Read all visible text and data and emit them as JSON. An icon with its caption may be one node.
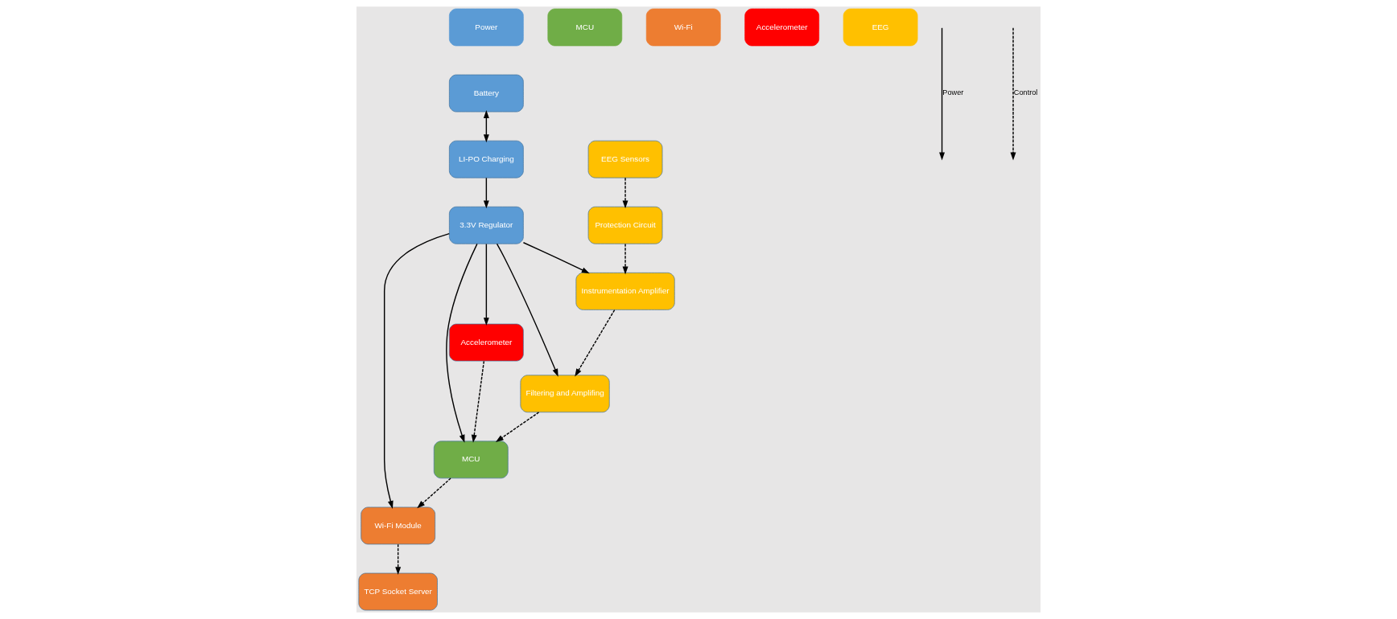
{
  "diagram": {
    "nodes": [
      {
        "text": [
          "Battery"
        ]
      },
      {
        "text": [
          "LI-PO Charging"
        ]
      },
      {
        "text": [
          "3.3V Regulator"
        ]
      },
      {
        "text": [
          "TCP Socket Server"
        ]
      },
      {
        "text": [
          "Wi-Fi Module"
        ]
      },
      {
        "text": [
          "MCU"
        ]
      },
      {
        "text": [
          "Accelerometer"
        ]
      },
      {
        "text": [
          "Filtering and Amplifing"
        ]
      },
      {
        "text": [
          "EEG Sensors"
        ]
      },
      {
        "text": [
          "Instrumentation Amplifier"
        ]
      },
      {
        "text": [
          "Protection Circuit"
        ]
      }
    ],
    "edges": [
      {
        "from": 0,
        "to": 1,
        "arrow": "both"
      },
      {
        "from": 1,
        "to": 2,
        "arrow": "to"
      },
      {
        "from": 2,
        "to": 4,
        "arrow": "to"
      },
      {
        "from": 2,
        "to": 5,
        "arrow": "to"
      },
      {
        "from": 2,
        "to": 6,
        "arrow": "to"
      },
      {
        "from": 2,
        "to": 7,
        "arrow": "to"
      },
      {
        "from": 2,
        "to": 9,
        "arrow": "to"
      },
      {
        "from": 4,
        "to": 3,
        "arrow": "to",
        "style": "dashed"
      },
      {
        "from": 5,
        "to": 4,
        "arrow": "to",
        "style": "dashed"
      },
      {
        "from": 6,
        "to": 5,
        "arrow": "to",
        "style": "dashed"
      },
      {
        "from": 7,
        "to": 5,
        "arrow": "to",
        "style": "dashed"
      },
      {
        "from": 8,
        "to": 10,
        "arrow": "to",
        "style": "dashed"
      },
      {
        "from": 10,
        "to": 9,
        "arrow": "to",
        "style": "dashed"
      },
      {
        "from": 9,
        "to": 7,
        "arrow": "to",
        "style": "dashed"
      }
    ],
    "legend": [
      {
        "text": "Power",
        "color": "#5b9bd5"
      },
      {
        "text": "MCU",
        "color": "#70ad47"
      },
      {
        "text": "Wi-Fi",
        "color": "#ed7d31"
      },
      {
        "text": "Accelerometer",
        "color": "#ff0000"
      },
      {
        "text": "EEG",
        "color": "#ffc000"
      },
      {
        "text": "Power"
      },
      {
        "text": "Control"
      }
    ]
  }
}
